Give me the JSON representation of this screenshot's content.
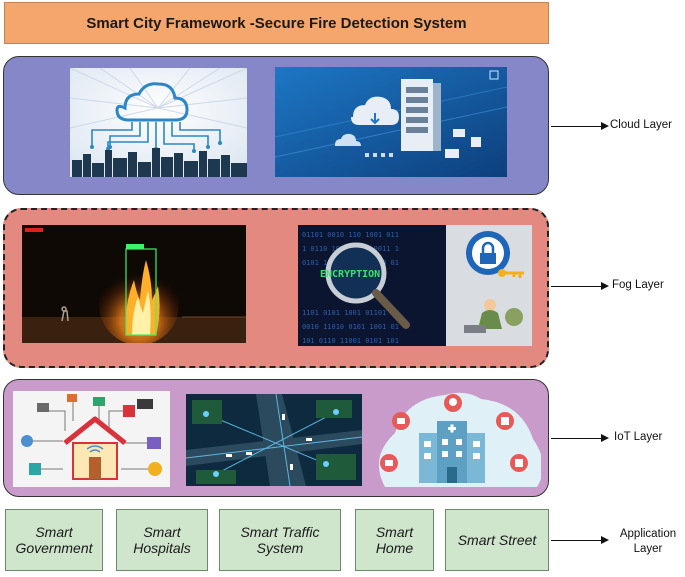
{
  "title": "Smart City Framework -Secure Fire Detection System",
  "layers": {
    "cloud": {
      "label": "Cloud Layer"
    },
    "fog": {
      "label": "Fog Layer",
      "encryption_text": "ENCRYPTION"
    },
    "iot": {
      "label": "IoT Layer"
    },
    "application": {
      "label": "Application Layer"
    }
  },
  "applications": [
    "Smart Government",
    "Smart Hospitals",
    "Smart Traffic System",
    "Smart Home",
    "Smart Street"
  ],
  "colors": {
    "title_bg": "#f5a66d",
    "cloud_bg": "#8587c8",
    "fog_bg": "#e4897f",
    "iot_bg": "#c99bcb",
    "app_bg": "#cfe5cc"
  }
}
